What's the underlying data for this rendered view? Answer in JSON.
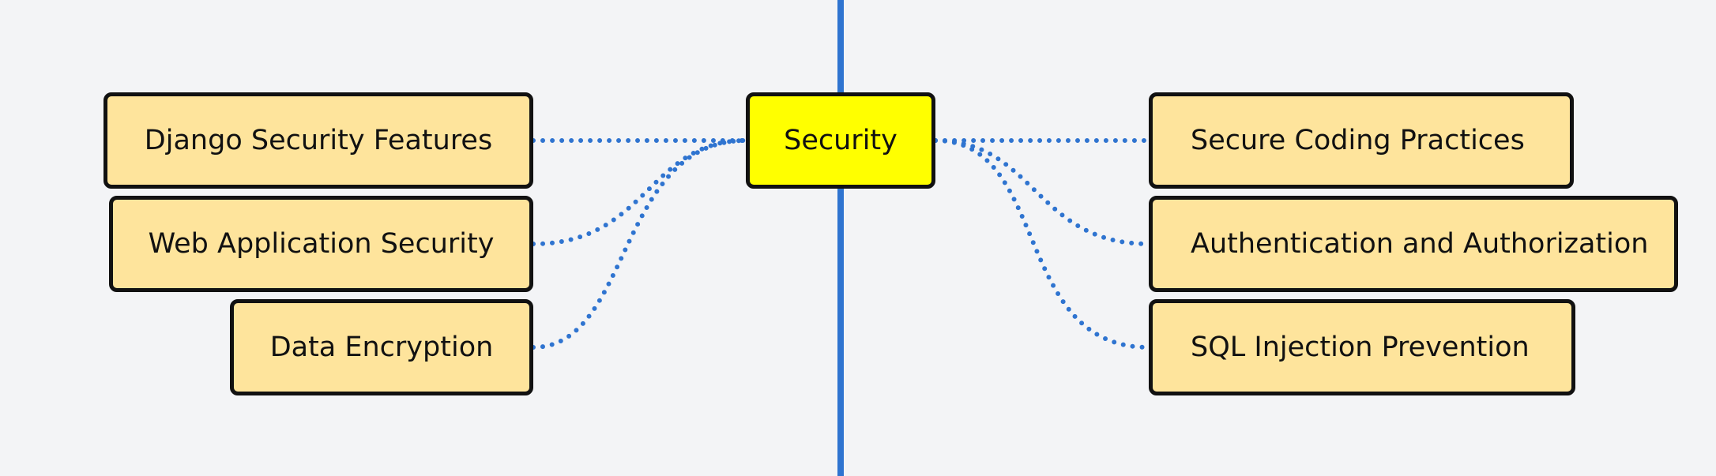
{
  "mindmap": {
    "center": {
      "label": "Security"
    },
    "left_topics": [
      {
        "label": "Django Security Features"
      },
      {
        "label": "Web Application Security"
      },
      {
        "label": "Data Encryption"
      }
    ],
    "right_topics": [
      {
        "label": "Secure Coding Practices"
      },
      {
        "label": "Authentication and Authorization"
      },
      {
        "label": "SQL Injection Prevention"
      }
    ]
  },
  "colors": {
    "background": "#f3f4f6",
    "center_fill": "#ffff00",
    "topic_fill": "#fee49c",
    "border": "#111111",
    "connector": "#2f74d0"
  }
}
